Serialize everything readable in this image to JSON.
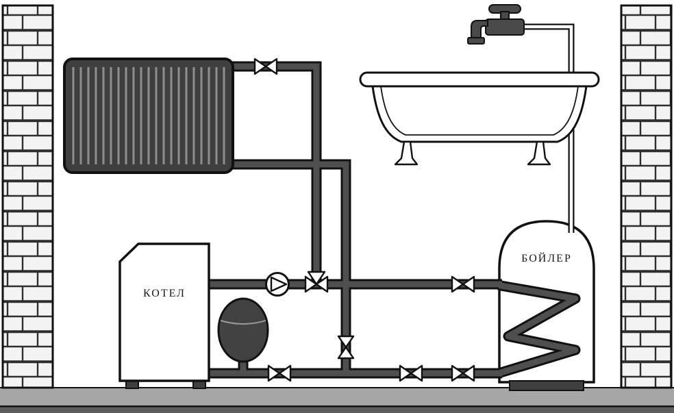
{
  "diagram": {
    "labels": {
      "boiler": "КОТЕЛ",
      "water_heater": "БОЙЛЕР"
    },
    "components": [
      "left-brick-wall",
      "right-brick-wall",
      "floor",
      "radiator",
      "bathtub",
      "faucet",
      "boiler",
      "water-heater-tank",
      "heating-coil",
      "circulation-pump",
      "expansion-tank",
      "three-way-valve",
      "shutoff-valves-x6",
      "heating-pipes",
      "tap-water-pipe"
    ],
    "colors": {
      "background": "#ffffff",
      "outline": "#111111",
      "pipe": "#4f4f4f",
      "radiator": "#3f3f3f",
      "radiator_fins": "#8f8f8f",
      "expansion_tank": "#424242",
      "fixture": "#4a4a4a",
      "floor": "#a6a6a6",
      "floor_dark": "#5e5e5e",
      "brick": "#f3f3f3",
      "mortar": "#2e2e2e",
      "tank_base": "#3f3f3f",
      "label_text": "#1a1a1a"
    }
  }
}
